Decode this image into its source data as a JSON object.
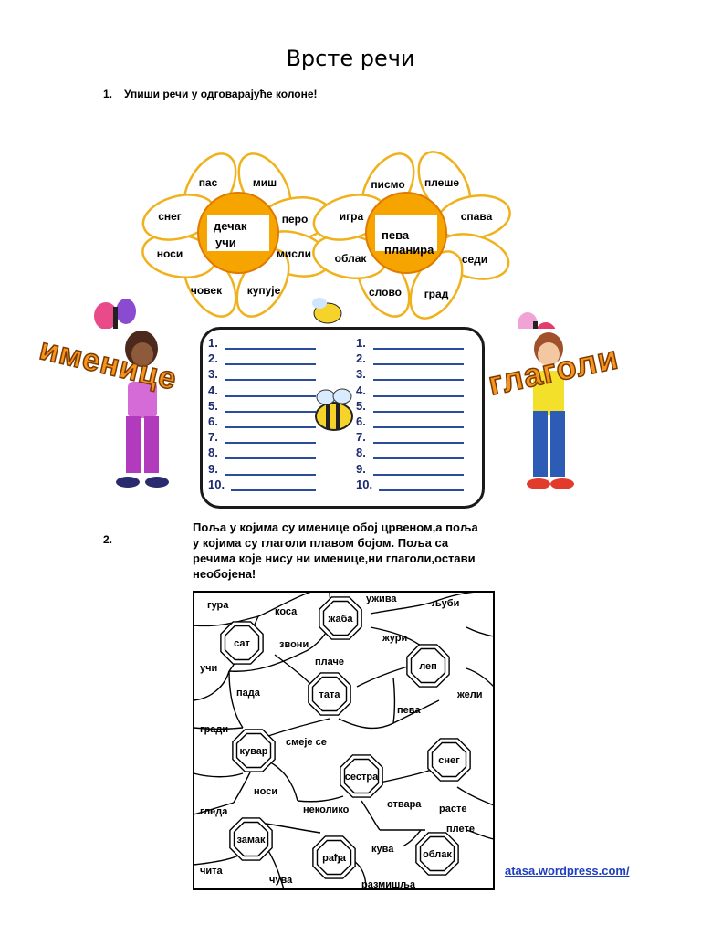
{
  "title": "Врсте речи",
  "task1": {
    "number": "1.",
    "text": "Упиши  речи у одговарајуће колоне!"
  },
  "flower_left": {
    "petals": [
      "пас",
      "миш",
      "перо",
      "мисли",
      "купује",
      "човек",
      "носи",
      "снег"
    ],
    "center": [
      "дечак",
      "учи"
    ]
  },
  "flower_right": {
    "petals": [
      "писмо",
      "плеше",
      "спава",
      "седи",
      "град",
      "слово",
      "облак",
      "игра"
    ],
    "center": [
      "пева",
      "планира"
    ]
  },
  "columns": {
    "left_title": "именице",
    "right_title": "глаголи",
    "numbers": [
      "1.",
      "2.",
      "3.",
      "4.",
      "5.",
      "6.",
      "7.",
      "8.",
      "9.",
      "10."
    ]
  },
  "task2": {
    "number": "2.",
    "lines": [
      "Поља у којима су именице обој црвеном,а поља",
      "у којима су глаголи плавом бојом. Поља са",
      "речима које нису ни именице,ни глаголи,остави",
      "необојена!"
    ]
  },
  "puzzle": {
    "free_words": [
      "гура",
      "коса",
      "ужива",
      "љуби",
      "звони",
      "жури",
      "учи",
      "плаче",
      "пада",
      "жели",
      "пева",
      "гради",
      "смеје се",
      "носи",
      "отвара",
      "расте",
      "гледа",
      "неколико",
      "плете",
      "кува",
      "чита",
      "чува",
      "размишља"
    ],
    "octagon_words": [
      "сат",
      "жаба",
      "леп",
      "тата",
      "кувар",
      "сестра",
      "снег",
      "замак",
      "рађа",
      "облак"
    ]
  },
  "footer": "atasa.wordpress.com/",
  "colors": {
    "yellow": "#f6a400",
    "petal": "#ffffff",
    "line": "#2b4b9b",
    "title_orange": "#f7941d"
  }
}
